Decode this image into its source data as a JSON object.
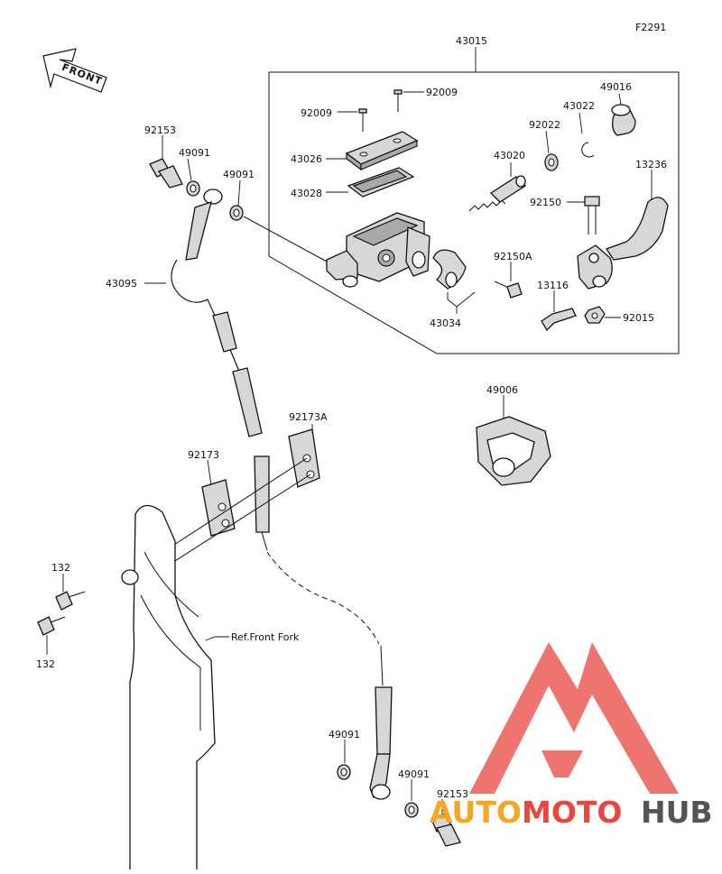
{
  "diagram": {
    "figure_code": "F2291",
    "front_label": "FRONT",
    "ref_label": "Ref.Front Fork",
    "labels": {
      "p43015": "43015",
      "p92009a": "92009",
      "p92009b": "92009",
      "p43026": "43026",
      "p43028": "43028",
      "p43020": "43020",
      "p92022": "92022",
      "p43022": "43022",
      "p49016": "49016",
      "p13236": "13236",
      "p92150": "92150",
      "p92150a": "92150A",
      "p43034": "43034",
      "p13116": "13116",
      "p92015": "92015",
      "p92153a": "92153",
      "p49091a": "49091",
      "p49091b": "49091",
      "p43095": "43095",
      "p49006": "49006",
      "p92173a": "92173A",
      "p92173": "92173",
      "p132a": "132",
      "p132b": "132",
      "p49091c": "49091",
      "p49091d": "49091",
      "p92153b": "92153"
    }
  },
  "watermark": {
    "brand_auto": "AUTO",
    "brand_moto": "MOTO",
    "brand_hub": "HUB",
    "colors": {
      "logo": "#e8463f",
      "auto": "#f5a623",
      "moto": "#e8463f",
      "hub": "#555555"
    }
  }
}
